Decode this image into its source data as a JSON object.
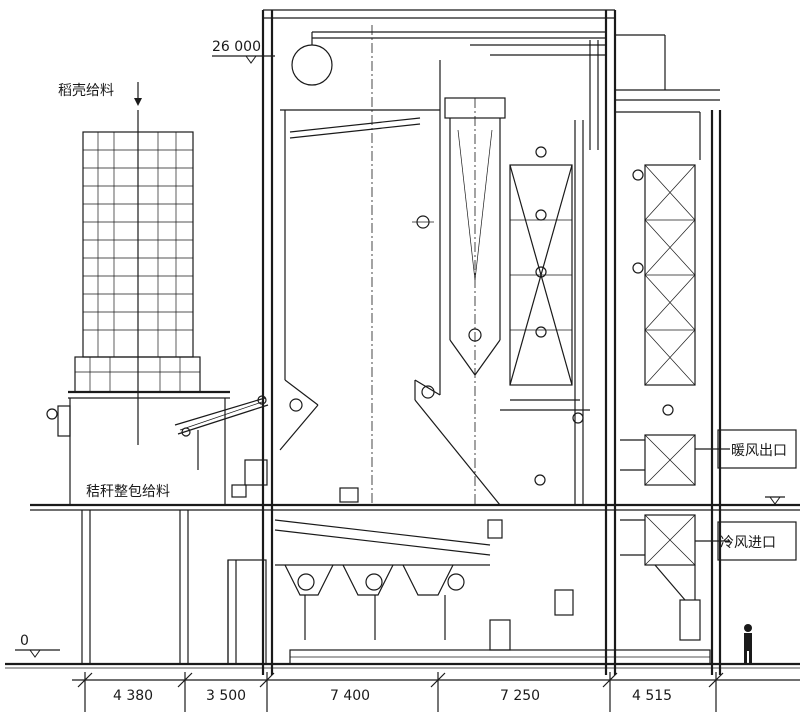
{
  "labels": {
    "elevation_top": "26 000",
    "elevation_ground": "0",
    "rice_husk_feed": "稻壳给料",
    "straw_bale_feed": "秸秆整包给料",
    "warm_air_outlet": "暖风出口",
    "cold_air_inlet": "冷风进口"
  },
  "dimensions": [
    "4 380",
    "3 500",
    "7 400",
    "7 250",
    "4 515"
  ]
}
